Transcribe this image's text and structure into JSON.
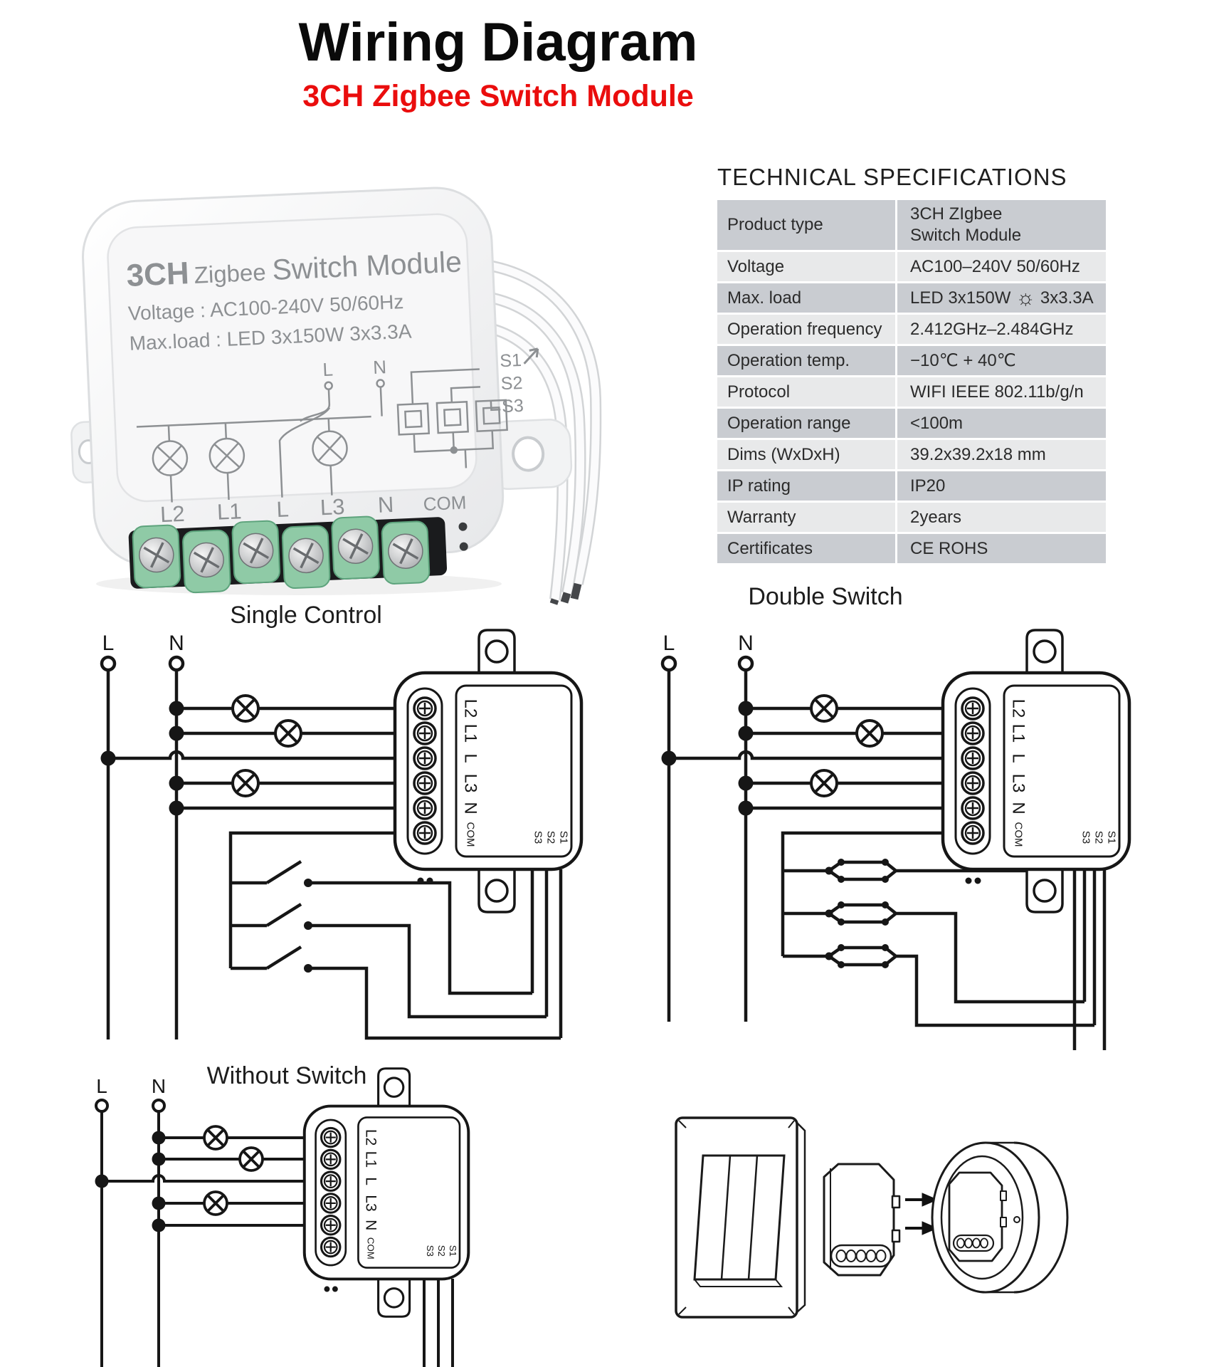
{
  "page": {
    "title": "Wiring Diagram",
    "subtitle": "3CH Zigbee Switch Module"
  },
  "colors": {
    "accent_red": "#ea0d0d",
    "diagram_line": "#161616",
    "table_row_dark": "#c9ccd1",
    "table_row_light": "#e8e9ea",
    "terminal_green": "#8fcaa6"
  },
  "product_photo": {
    "brand_prefix": "3CH",
    "brand_mid": "Zigbee",
    "brand_suffix": "Switch Module",
    "voltage_line": "Voltage : AC100-240V 50/60Hz",
    "maxload_line": "Max.load : LED 3x150W  3x3.3A",
    "schematic": {
      "l": "L",
      "n": "N",
      "s1": "S1",
      "s2": "S2",
      "s3": "S3",
      "terminals": [
        "L2",
        "L1",
        "L",
        "L3",
        "N",
        "COM"
      ]
    }
  },
  "specs": {
    "heading": "TECHNICAL SPECIFICATIONS",
    "rows": [
      {
        "label": "Product type",
        "value": "3CH ZIgbee\nSwitch Module"
      },
      {
        "label": "Voltage",
        "value": "AC100–240V 50/60Hz"
      },
      {
        "label": "Max. load",
        "value": "LED 3x150W",
        "icon": "brightness-icon",
        "value2": "3x3.3A"
      },
      {
        "label": "Operation frequency",
        "value": "2.412GHz–2.484GHz"
      },
      {
        "label": "Operation temp.",
        "value": "−10℃ + 40℃"
      },
      {
        "label": "Protocol",
        "value": "WIFI  IEEE 802.11b/g/n"
      },
      {
        "label": "Operation range",
        "value": "<100m"
      },
      {
        "label": "Dims (WxDxH)",
        "value": "39.2x39.2x18 mm"
      },
      {
        "label": "IP rating",
        "value": "IP20"
      },
      {
        "label": "Warranty",
        "value": "2years"
      },
      {
        "label": "Certificates",
        "value": "CE ROHS"
      }
    ]
  },
  "module_print": {
    "terminals": [
      "L2",
      "L1",
      "L",
      "L3",
      "N",
      "COM"
    ],
    "s_labels": [
      "S3",
      "S2",
      "S1"
    ]
  },
  "diagrams": {
    "l_label": "L",
    "n_label": "N",
    "single_control": {
      "title": "Single Control"
    },
    "double_switch": {
      "title": "Double Switch"
    },
    "without_switch": {
      "title": "Without Switch"
    }
  }
}
